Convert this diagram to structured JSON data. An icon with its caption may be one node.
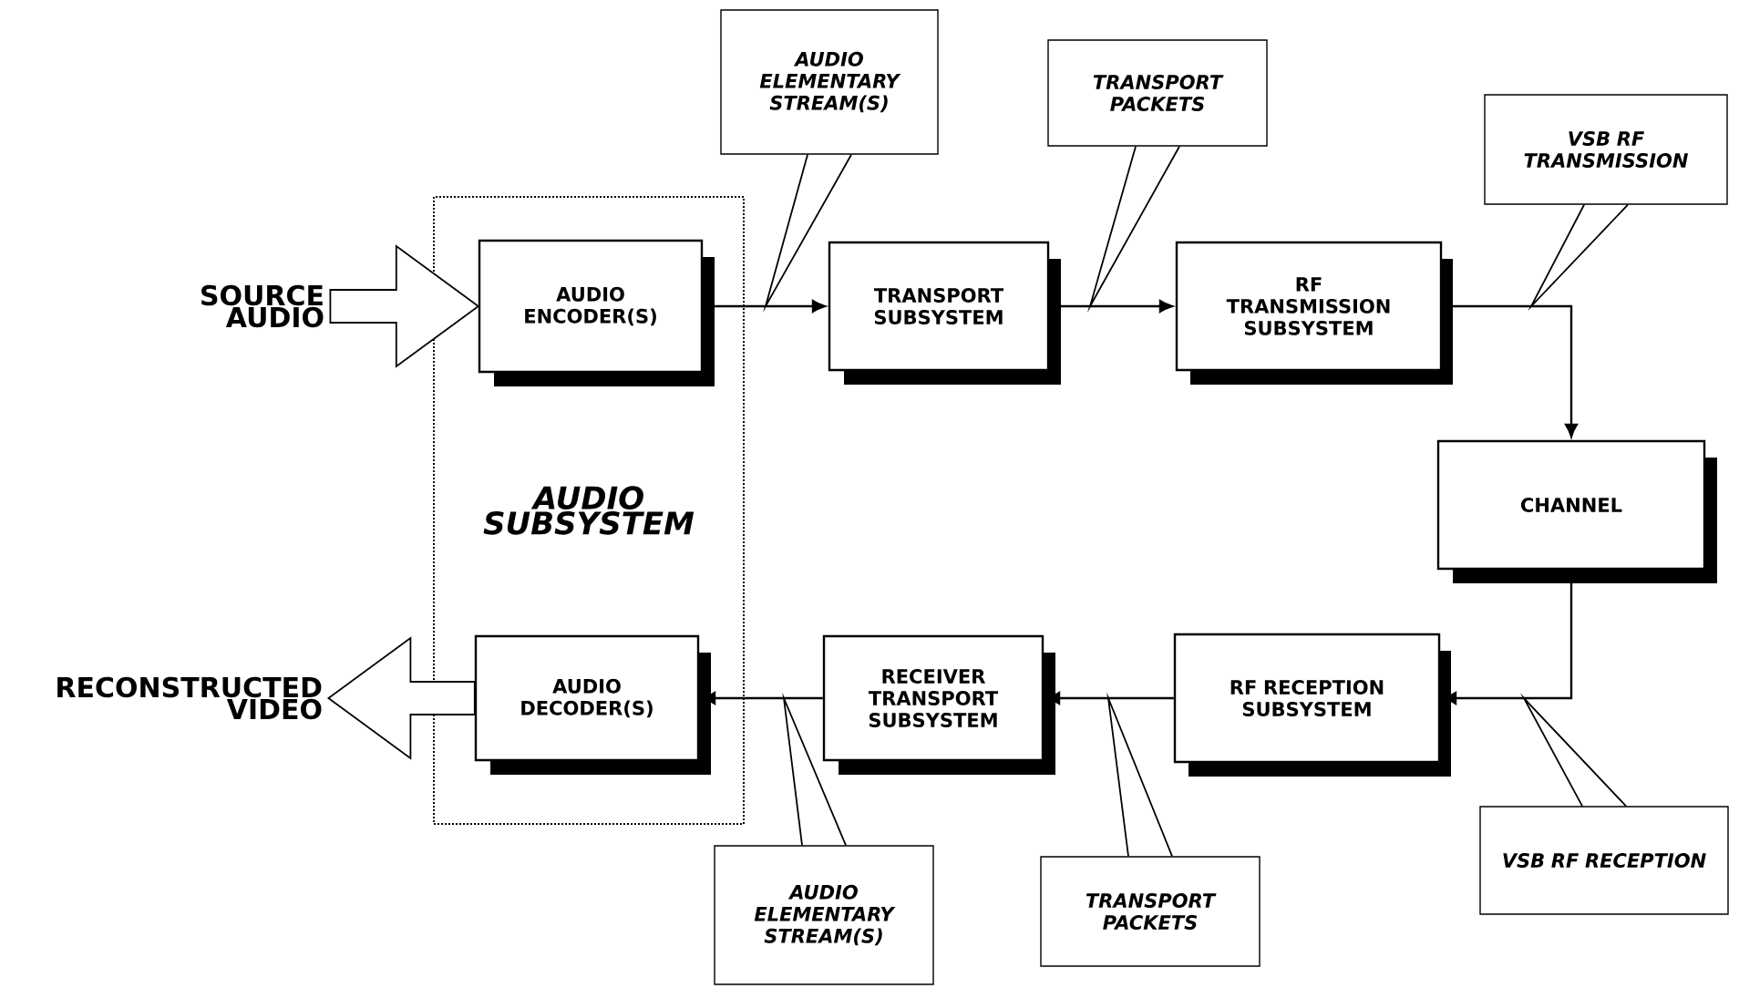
{
  "diagram": {
    "nodes": [
      {
        "text": [
          "AUDIO SUBSYSTEM"
        ]
      },
      {
        "text": [
          "AUDIO ENCODER(S)"
        ],
        "in": 0
      },
      {
        "text": [
          "AUDIO DECODER(S)"
        ],
        "in": 0
      },
      {
        "text": [
          "TRANSPORT SUBSYSTEM"
        ]
      },
      {
        "text": [
          "RF TRANSMISSION SUBSYSTEM"
        ]
      },
      {
        "text": [
          "CHANNEL"
        ]
      },
      {
        "text": [
          "RF RECEPTION SUBSYSTEM"
        ]
      },
      {
        "text": [
          "RECEIVER TRANSPORT SUBSYSTEM"
        ]
      },
      {
        "text": [
          "SOURCE AUDIO"
        ]
      },
      {
        "text": [
          "RECONSTRUCTED VIDEO"
        ]
      },
      {
        "text": [
          "AUDIO ELEMENTARY STREAM(S)"
        ]
      },
      {
        "text": [
          "TRANSPORT PACKETS"
        ]
      },
      {
        "text": [
          "VSB RF TRANSMISSION"
        ]
      },
      {
        "text": [
          "VSB RF RECEPTION"
        ]
      },
      {
        "text": [
          "TRANSPORT PACKETS"
        ]
      },
      {
        "text": [
          "AUDIO ELEMENTARY STREAM(S)"
        ]
      }
    ],
    "edges": [
      {
        "from": 8,
        "to": 1,
        "arrow": "to",
        "style": "thick"
      },
      {
        "from": 1,
        "to": 3,
        "arrow": "to"
      },
      {
        "from": 3,
        "to": 4,
        "arrow": "to"
      },
      {
        "from": 4,
        "to": 5,
        "arrow": "to"
      },
      {
        "from": 5,
        "to": 6,
        "arrow": "to"
      },
      {
        "from": 6,
        "to": 7,
        "arrow": "to"
      },
      {
        "from": 7,
        "to": 2,
        "arrow": "to"
      },
      {
        "from": 2,
        "to": 9,
        "arrow": "to",
        "style": "thick"
      },
      {
        "from": 10,
        "to": null,
        "arrow": "none"
      },
      {
        "from": 11,
        "to": null,
        "arrow": "none"
      },
      {
        "from": 12,
        "to": null,
        "arrow": "none"
      },
      {
        "from": 13,
        "to": null,
        "arrow": "none"
      },
      {
        "from": 14,
        "to": null,
        "arrow": "none"
      },
      {
        "from": 15,
        "to": null,
        "arrow": "none"
      }
    ]
  }
}
